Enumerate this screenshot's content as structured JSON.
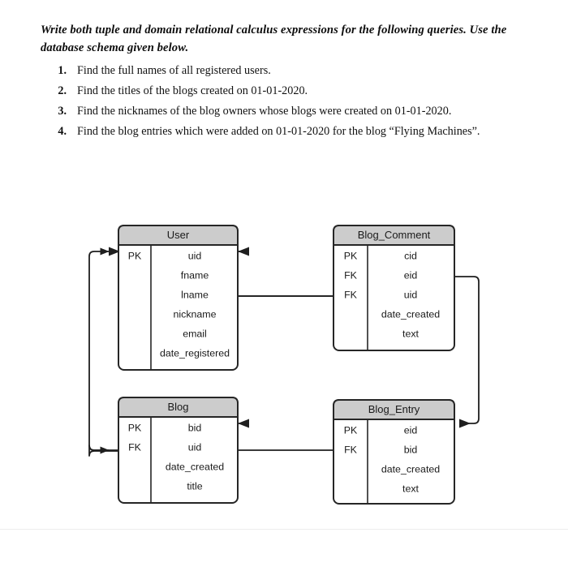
{
  "document": {
    "prompt": "Write both tuple and domain relational calculus expressions for the following queries. Use the database schema given below.",
    "questions": [
      {
        "number": "1.",
        "text": "Find the full names of all registered users."
      },
      {
        "number": "2.",
        "text": "Find the titles of the blogs created on 01-01-2020."
      },
      {
        "number": "3.",
        "text": "Find the nicknames of the blog owners whose blogs were created on 01-01-2020."
      },
      {
        "number": "4.",
        "text": "Find the blog entries which were added on 01-01-2020 for the blog “Flying Machines”."
      }
    ]
  },
  "diagram": {
    "type": "er-diagram",
    "header_fill": "#cccccc",
    "border_color": "#262626",
    "entities": [
      {
        "id": "user",
        "title": "User",
        "attributes": [
          {
            "key": "PK",
            "name": "uid"
          },
          {
            "key": "",
            "name": "fname"
          },
          {
            "key": "",
            "name": "lname"
          },
          {
            "key": "",
            "name": "nickname"
          },
          {
            "key": "",
            "name": "email"
          },
          {
            "key": "",
            "name": "date_registered"
          }
        ]
      },
      {
        "id": "blog_comment",
        "title": "Blog_Comment",
        "attributes": [
          {
            "key": "PK",
            "name": "cid"
          },
          {
            "key": "FK",
            "name": "eid"
          },
          {
            "key": "FK",
            "name": "uid"
          },
          {
            "key": "",
            "name": "date_created"
          },
          {
            "key": "",
            "name": "text"
          }
        ]
      },
      {
        "id": "blog",
        "title": "Blog",
        "attributes": [
          {
            "key": "PK",
            "name": "bid"
          },
          {
            "key": "FK",
            "name": "uid"
          },
          {
            "key": "",
            "name": "date_created"
          },
          {
            "key": "",
            "name": "title"
          }
        ]
      },
      {
        "id": "blog_entry",
        "title": "Blog_Entry",
        "attributes": [
          {
            "key": "PK",
            "name": "eid"
          },
          {
            "key": "FK",
            "name": "bid"
          },
          {
            "key": "",
            "name": "date_created"
          },
          {
            "key": "",
            "name": "text"
          }
        ]
      }
    ],
    "relationships": [
      {
        "id": "blog-uid-to-user-uid",
        "from": "blog.uid",
        "to": "user.uid"
      },
      {
        "id": "comment-uid-to-user-uid",
        "from": "blog_comment.uid",
        "to": "user.uid"
      },
      {
        "id": "comment-eid-to-entry-eid",
        "from": "blog_comment.eid",
        "to": "blog_entry.eid"
      },
      {
        "id": "entry-bid-to-blog-bid",
        "from": "blog_entry.bid",
        "to": "blog.bid"
      }
    ]
  }
}
